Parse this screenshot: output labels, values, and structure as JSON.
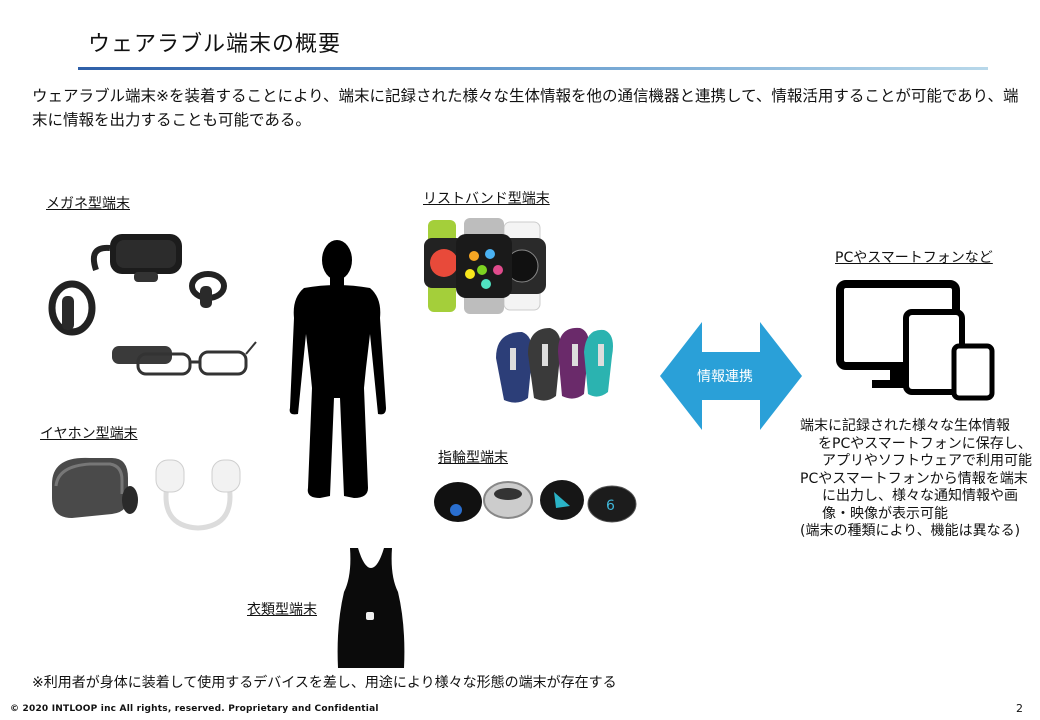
{
  "page": {
    "title": "ウェアラブル端末の概要",
    "intro": "ウェアラブル端末※を装着することにより、端末に記録された様々な生体情報を他の通信機器と連携して、情報活用することが可能であり、端末に情報を出力することも可能である。"
  },
  "devices": {
    "glasses_label": "メガネ型端末",
    "earphone_label": "イヤホン型端末",
    "wristband_label": "リストバンド型端末",
    "ring_label": "指輪型端末",
    "clothing_label": "衣類型端末"
  },
  "link": {
    "arrow_label": "情報連携",
    "target_label": "PCやスマートフォンなど"
  },
  "description": {
    "line1": "端末に記録された様々な生体情報",
    "line2": "をPCやスマートフォンに保存し、",
    "line3": "アプリやソフトウェアで利用可能",
    "line4": "PCやスマートフォンから情報を端末",
    "line5": "に出力し、様々な通知情報や画",
    "line6": "像・映像が表示可能",
    "line7": "(端末の種類により、機能は異なる)"
  },
  "footer": {
    "note": "※利用者が身体に装着して使用するデバイスを差し、用途により様々な形態の端末が存在する",
    "copyright": "© 2020 INTLOOP inc All rights, reserved.  Proprietary and Confidential",
    "page_number": "2"
  },
  "colors": {
    "arrow": "#2aa0d8",
    "title_rule_start": "#2e5fa8",
    "title_rule_end": "#b8d8ea"
  }
}
